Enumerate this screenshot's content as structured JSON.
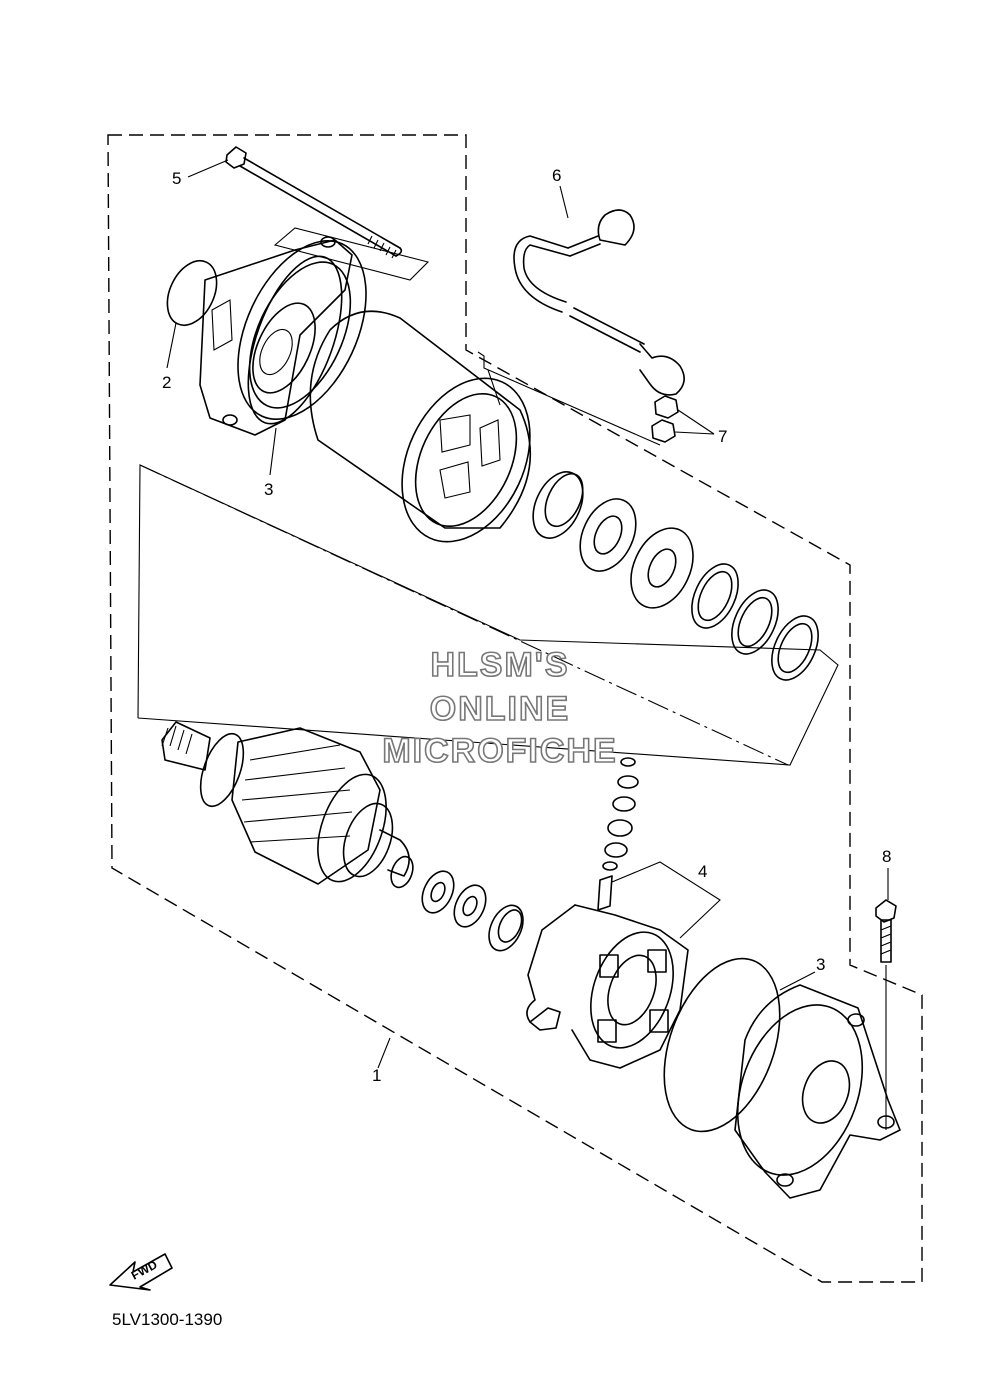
{
  "diagram": {
    "callouts": {
      "c1": "1",
      "c2": "2",
      "c3a": "3",
      "c3b": "3",
      "c4": "4",
      "c5": "5",
      "c6": "6",
      "c7": "7",
      "c8": "8"
    },
    "watermark": {
      "line1": "HLSM'S",
      "line2": "ONLINE",
      "line3": "MICROFICHE"
    },
    "fwd_label": "FWD",
    "part_code": "5LV1300-1390"
  }
}
